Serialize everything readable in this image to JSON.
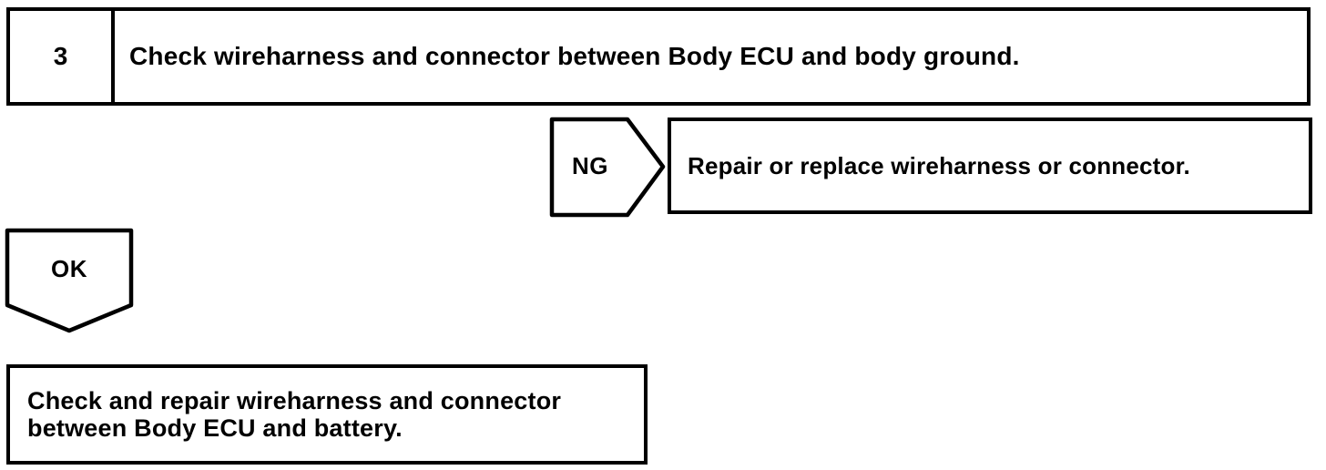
{
  "flowchart": {
    "step": {
      "number": "3",
      "title": "Check wireharness and connector between Body ECU and body ground."
    },
    "ng": {
      "label": "NG",
      "action": "Repair or replace wireharness or connector."
    },
    "ok": {
      "label": "OK",
      "next_step": "Check and repair wireharness and connector between Body ECU and battery."
    }
  },
  "colors": {
    "ink": "#000000",
    "paper": "#ffffff"
  }
}
